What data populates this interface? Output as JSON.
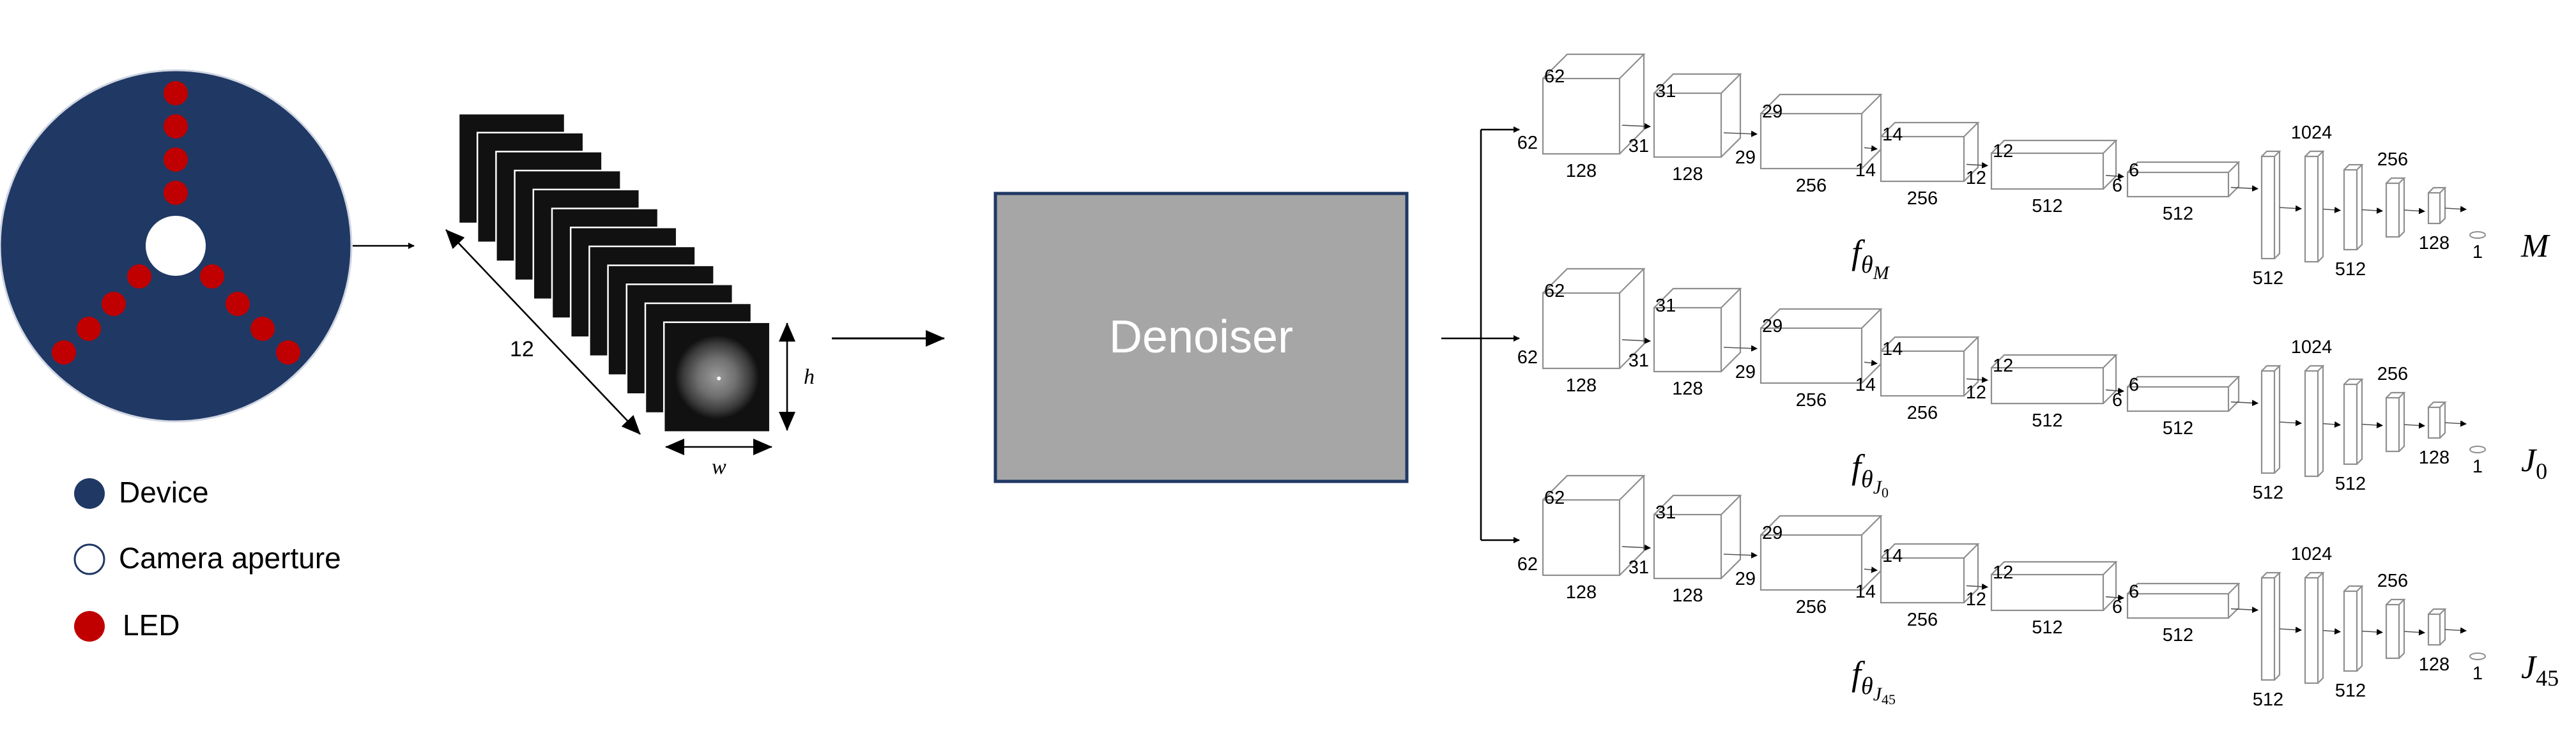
{
  "colors": {
    "device": "#203864",
    "led": "#c00000",
    "denoiser_fill": "#a6a6a6",
    "denoiser_border": "#203864",
    "frame": "#111111"
  },
  "legend": [
    {
      "label": "Device",
      "swatch": "filled-navy-circle"
    },
    {
      "label": "Camera aperture",
      "swatch": "hollow-circle"
    },
    {
      "label": "LED",
      "swatch": "filled-red-circle"
    }
  ],
  "stack": {
    "depth_label": "12",
    "height_label": "h",
    "width_label": "w",
    "frame_count": 12
  },
  "denoiser": {
    "label": "Denoiser"
  },
  "network": {
    "conv_layers": [
      {
        "a": "62",
        "b": "62",
        "c": "128"
      },
      {
        "a": "31",
        "b": "31",
        "c": "128"
      },
      {
        "a": "29",
        "b": "29",
        "c": "256"
      },
      {
        "a": "14",
        "b": "14",
        "c": "256"
      },
      {
        "a": "12",
        "b": "12",
        "c": "512"
      },
      {
        "a": "6",
        "b": "6",
        "c": "512"
      }
    ],
    "fc_layers": [
      {
        "top": "",
        "bottom": "512"
      },
      {
        "top": "1024",
        "bottom": ""
      },
      {
        "top": "",
        "bottom": "512"
      },
      {
        "top": "256",
        "bottom": ""
      },
      {
        "top": "",
        "bottom": "128"
      },
      {
        "top": "",
        "bottom": "1"
      }
    ],
    "branches": [
      {
        "func_base": "f",
        "func_sub": "θ",
        "func_subsub": "M",
        "output": "M",
        "output_sub": ""
      },
      {
        "func_base": "f",
        "func_sub": "θ",
        "func_subsub": "J0",
        "output": "J",
        "output_sub": "0"
      },
      {
        "func_base": "f",
        "func_sub": "θ",
        "func_subsub": "J45",
        "output": "J",
        "output_sub": "45"
      }
    ]
  }
}
